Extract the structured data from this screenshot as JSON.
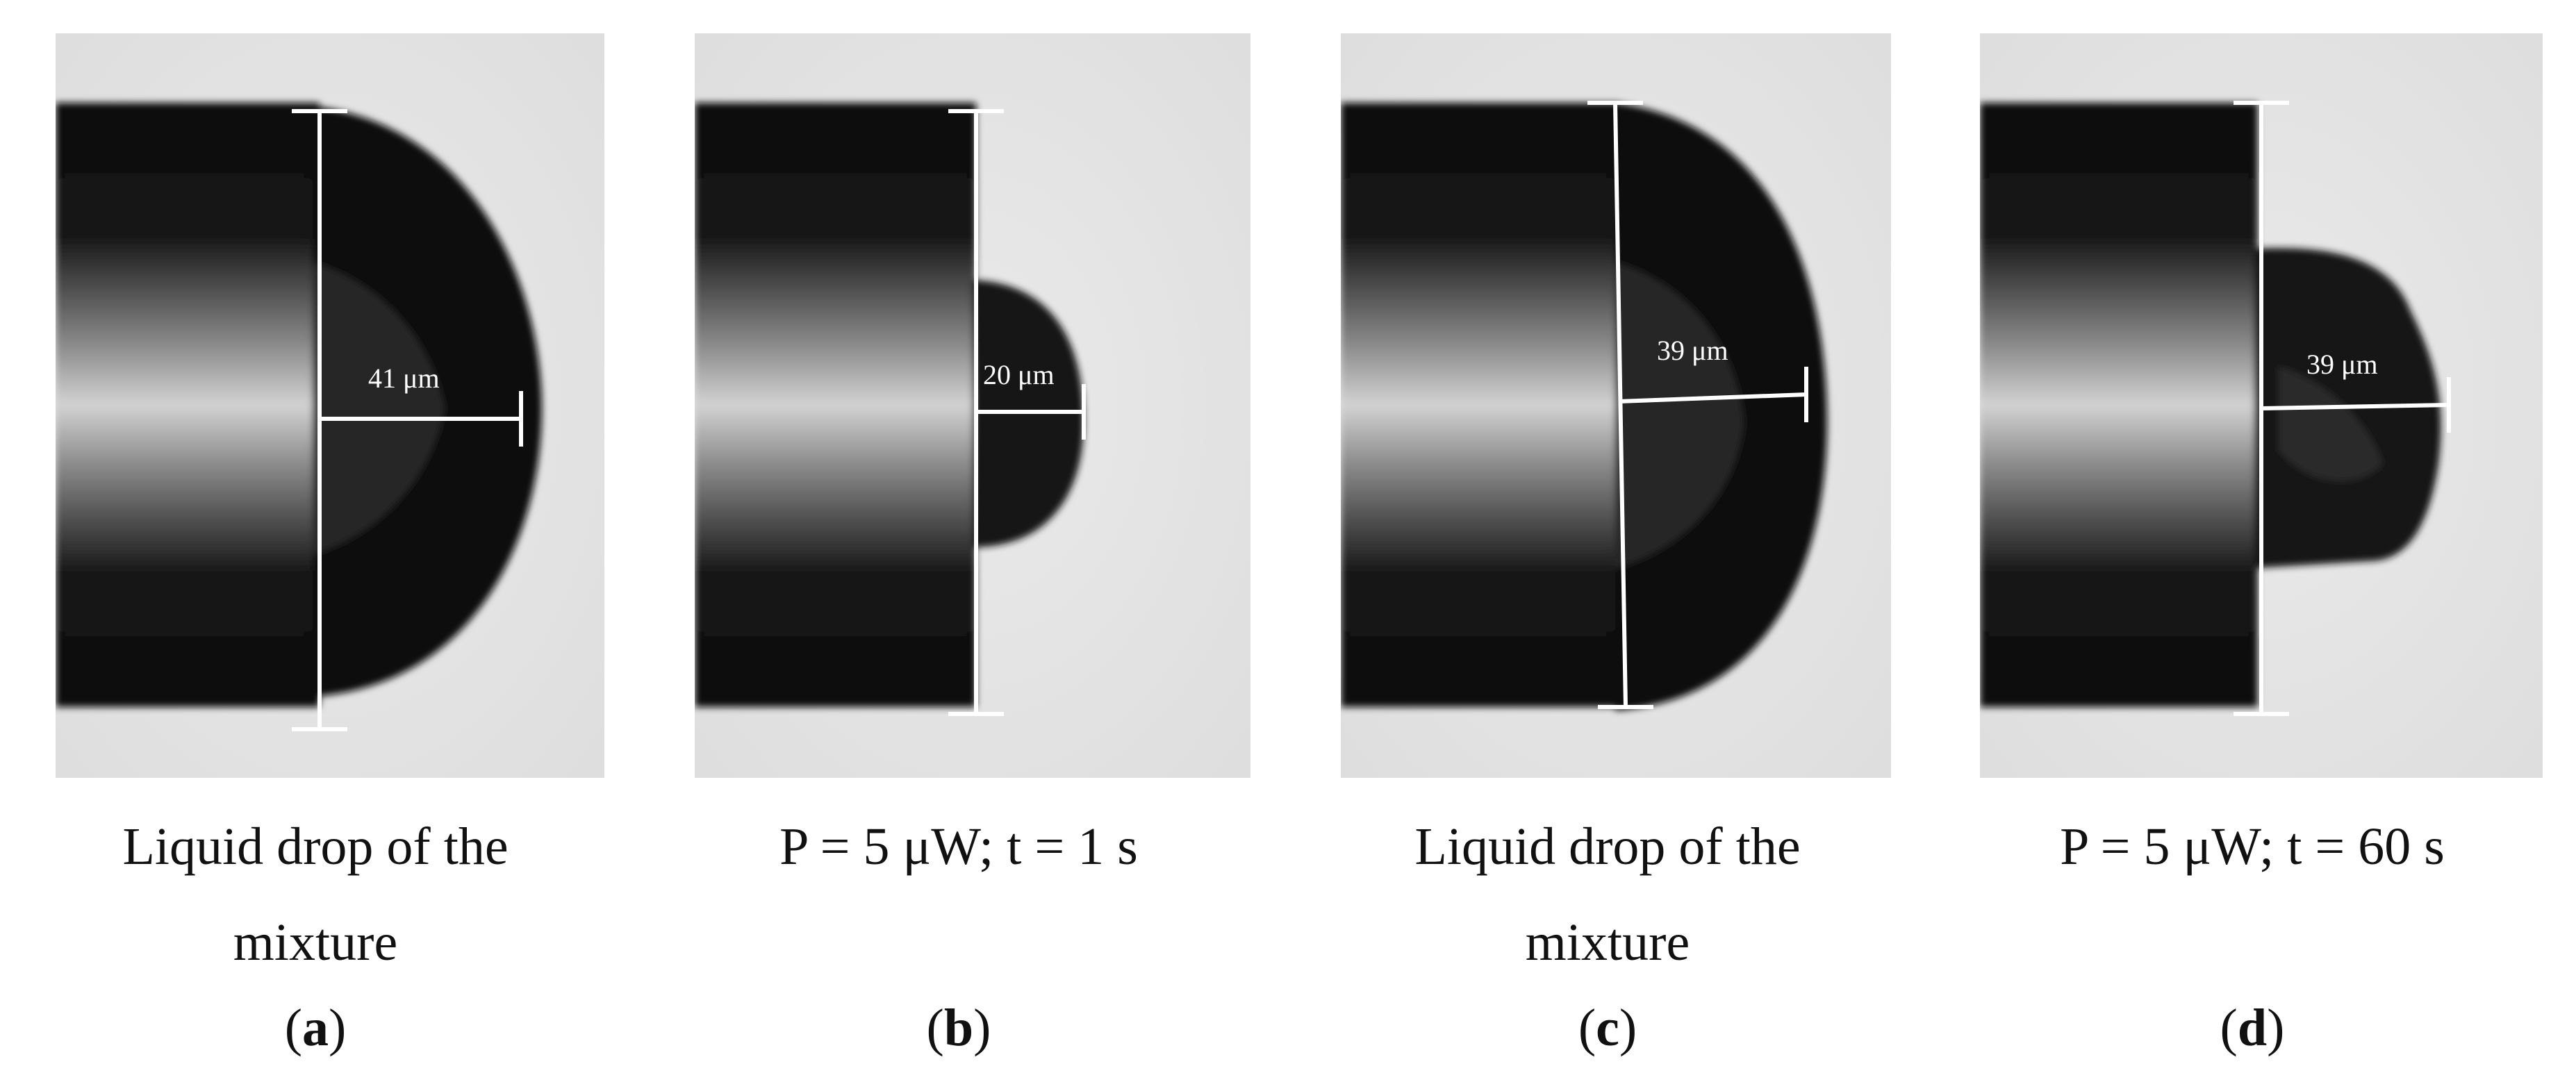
{
  "panels": [
    {
      "label": "a",
      "caption": "Liquid drop of the\nmixture",
      "measurement": "41 μm"
    },
    {
      "label": "b",
      "caption": "P = 5 μW; t = 1 s",
      "measurement": "20 μm"
    },
    {
      "label": "c",
      "caption": "Liquid drop of the\nmixture",
      "measurement": "39 μm"
    },
    {
      "label": "d",
      "caption": "P = 5 μW; t = 60 s",
      "measurement": "39 μm"
    }
  ],
  "colors": {
    "background": "#e6e6e6",
    "fiber": "#0e0e0e",
    "scale_line": "#ffffff"
  }
}
